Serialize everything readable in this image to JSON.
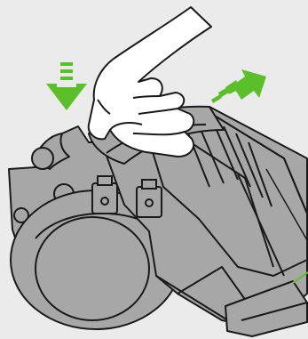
{
  "illustration": {
    "subject": "vacuum-cleaner-with-hand",
    "arrows": [
      "press-down-arrow",
      "lift-up-right-arrow"
    ],
    "colors": {
      "background": "#ebebeb",
      "body_fill": "#a7a7a7",
      "body_dark": "#7d7d7d",
      "outline": "#1a1a1a",
      "hand_fill": "#ffffff",
      "arrow_green": "#5bbf2a"
    }
  }
}
